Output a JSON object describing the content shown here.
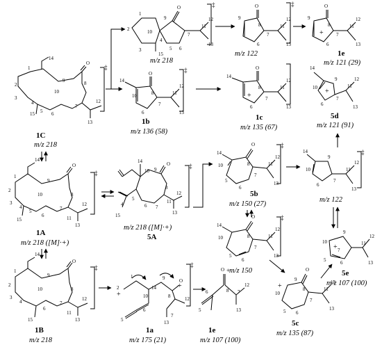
{
  "compounds": [
    {
      "id": "c1C",
      "label": "1C",
      "mz": "m/z 218"
    },
    {
      "id": "c1A",
      "label": "1A",
      "mz": "m/z 218 ([M]·+)"
    },
    {
      "id": "c1B",
      "label": "1B",
      "mz": "m/z 218"
    },
    {
      "id": "c5A",
      "label": "5A",
      "mz": "m/z 218 ([M]·+)"
    },
    {
      "id": "ctop",
      "label": "",
      "mz": "m/z 218"
    },
    {
      "id": "c1b",
      "label": "1b",
      "mz": "m/z 136 (58)"
    },
    {
      "id": "c122a",
      "label": "",
      "mz": "m/z 122"
    },
    {
      "id": "c1c",
      "label": "1c",
      "mz": "m/z 135 (67)"
    },
    {
      "id": "c1e_top",
      "label": "1e",
      "mz": "m/z 121 (29)"
    },
    {
      "id": "c5d",
      "label": "5d",
      "mz": "m/z 121 (91)"
    },
    {
      "id": "c5b",
      "label": "5b",
      "mz": "m/z 150 (27)"
    },
    {
      "id": "c122b",
      "label": "",
      "mz": "m/z 122"
    },
    {
      "id": "c150",
      "label": "",
      "mz": "m/z 150"
    },
    {
      "id": "c5e",
      "label": "5e",
      "mz": "m/z 107 (100)"
    },
    {
      "id": "c5c",
      "label": "5c",
      "mz": "m/z 135 (87)"
    },
    {
      "id": "c1a",
      "label": "1a",
      "mz": "m/z 175 (21)"
    },
    {
      "id": "c1e_bot",
      "label": "1e",
      "mz": "m/z 107 (100)"
    }
  ],
  "symbols": {
    "radical_cation": "‡",
    "cation": "+",
    "dot": "·",
    "oxonium": "O+"
  }
}
